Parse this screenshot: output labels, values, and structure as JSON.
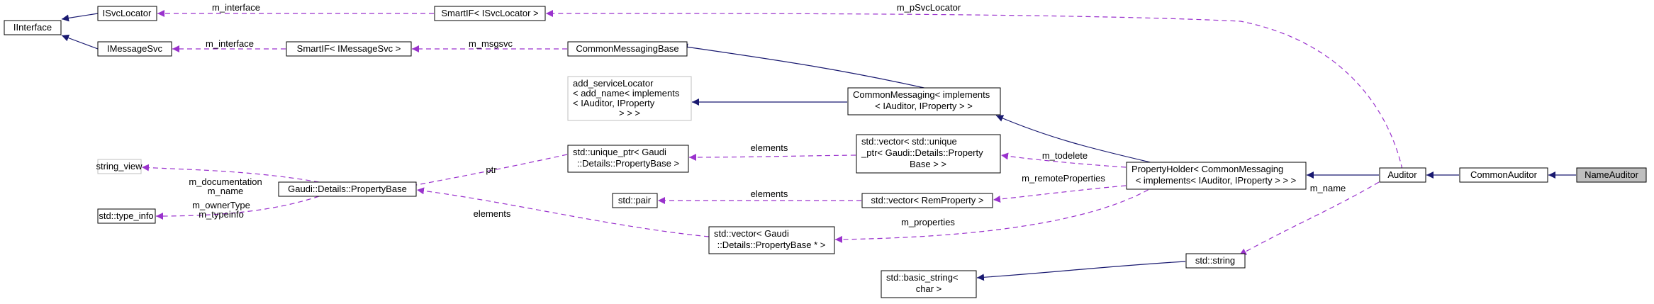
{
  "nodes": {
    "iinterface": "IInterface",
    "isvclocator": "ISvcLocator",
    "imessagesvc": "IMessageSvc",
    "smartif_isvclocator": "SmartIF< ISvcLocator >",
    "smartif_imessagesvc": "SmartIF< IMessageSvc >",
    "commonmessagingbase": "CommonMessagingBase",
    "add_servicelocator": [
      "add_serviceLocator",
      "< add_name< implements",
      "< IAuditor, IProperty",
      "> > >"
    ],
    "commonmessaging": [
      "CommonMessaging< implements",
      "< IAuditor, IProperty > >"
    ],
    "unique_ptr": [
      "std::unique_ptr< Gaudi",
      "::Details::PropertyBase >"
    ],
    "vector_unique": [
      "std::vector< std::unique",
      "_ptr< Gaudi::Details::Property",
      "Base > >"
    ],
    "string_view": "string_view",
    "propertybase": "Gaudi::Details::PropertyBase",
    "type_info": "std::type_info",
    "std_pair": "std::pair",
    "vector_remproperty": "std::vector< RemProperty >",
    "vector_propertybase_ptr": [
      "std::vector< Gaudi",
      "::Details::PropertyBase * >"
    ],
    "propertyholder": [
      "PropertyHolder< CommonMessaging",
      "< implements< IAuditor, IProperty > > >"
    ],
    "auditor": "Auditor",
    "commonauditor": "CommonAuditor",
    "nameauditor": "NameAuditor",
    "std_string": "std::string",
    "basic_string": [
      "std::basic_string<",
      "char >"
    ]
  },
  "edge_labels": {
    "m_interface_1": "m_interface",
    "m_interface_2": "m_interface",
    "m_pSvcLocator": "m_pSvcLocator",
    "m_msgsvc": "m_msgsvc",
    "elements_unique": "elements",
    "elements_pair": "elements",
    "elements_pb": "elements",
    "ptr": "ptr",
    "m_documentation_name": [
      "m_documentation",
      "m_name"
    ],
    "m_ownerType_typeinfo": [
      "m_ownerType",
      "m_typeinfo"
    ],
    "m_todelete": "m_todelete",
    "m_remoteProperties": "m_remoteProperties",
    "m_properties": "m_properties",
    "m_name": "m_name"
  },
  "colors": {
    "inheritance": "#191970",
    "usage": "#9a32cd",
    "focus_fill": "#bfbfbf",
    "external_border": "#bfbfbf"
  }
}
